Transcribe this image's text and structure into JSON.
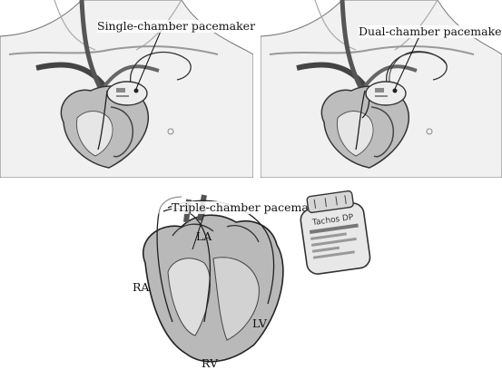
{
  "panels": {
    "single": {
      "label": "Single-chamber pacemaker"
    },
    "dual": {
      "label": "Dual-chamber pacemaker"
    },
    "triple": {
      "label": "Triple-chamber pacemaker",
      "markers": {
        "la": "LA",
        "ra": "RA",
        "lv": "LV",
        "rv": "RV"
      }
    },
    "device": {
      "engraving": "Tachos DP"
    }
  }
}
